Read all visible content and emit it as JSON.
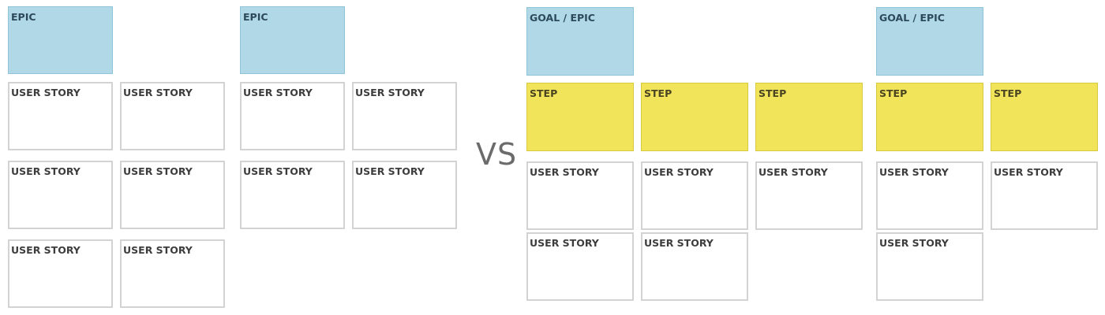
{
  "left_map": {
    "epic_label": "EPIC",
    "story_label": "USER STORY"
  },
  "divider": {
    "vs_label": "VS"
  },
  "right_map": {
    "goal_label": "GOAL / EPIC",
    "step_label": "STEP",
    "story_label": "USER STORY"
  },
  "colors": {
    "epic_fill": "#b0d8e6",
    "step_fill": "#f2e45a",
    "story_fill": "#ffffff",
    "story_border": "#d3d3d3"
  }
}
